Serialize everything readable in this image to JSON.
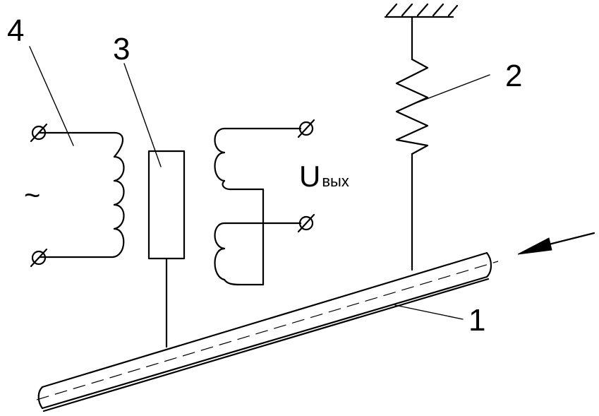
{
  "labels": {
    "rod": "1",
    "spring": "2",
    "core": "3",
    "primary_winding": "4",
    "ac_source": "~",
    "output_main": "U",
    "output_sub": "вых"
  }
}
